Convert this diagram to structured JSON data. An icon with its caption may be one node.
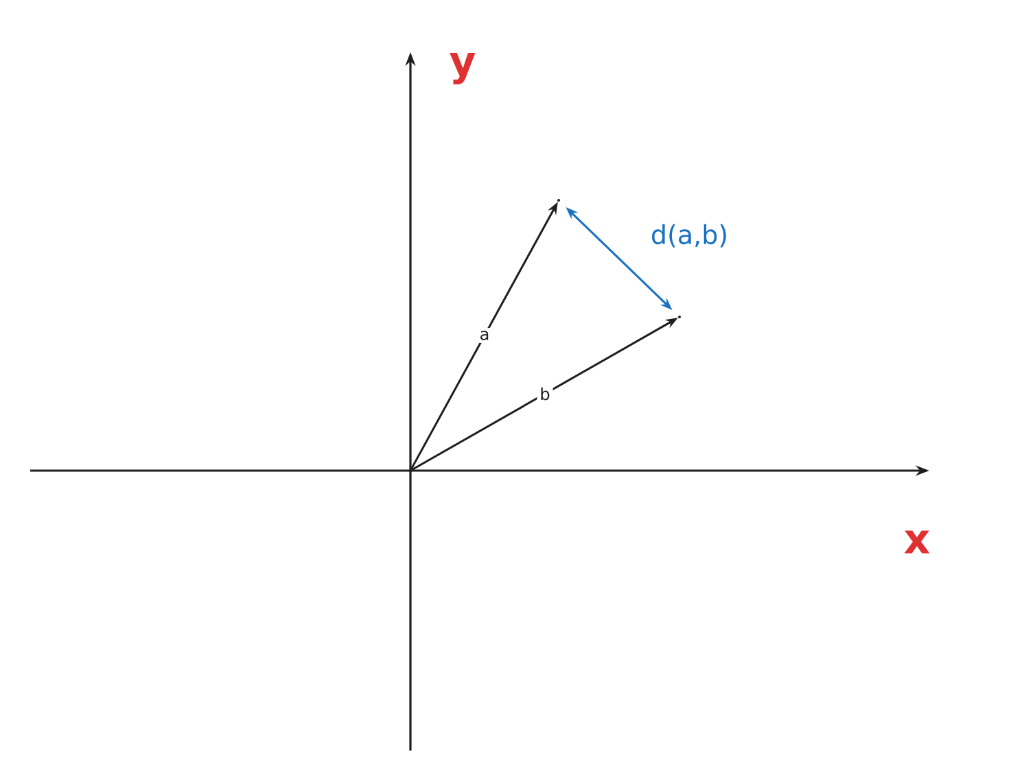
{
  "diagram": {
    "nodes": [
      {
        "text": [],
        "shape": "circle"
      },
      {
        "text": [],
        "shape": "circle"
      },
      {
        "text": [],
        "shape": "circle"
      }
    ],
    "edges": [
      {
        "from": 0,
        "to": 1,
        "arrow": "to",
        "label": "a"
      },
      {
        "from": 0,
        "to": 2,
        "arrow": "to",
        "label": "b"
      },
      {
        "from": 1,
        "to": 2,
        "arrow": "both",
        "label": "d(a,b)",
        "color": "#1971c2"
      }
    ],
    "labels": [
      "y",
      "x"
    ]
  }
}
